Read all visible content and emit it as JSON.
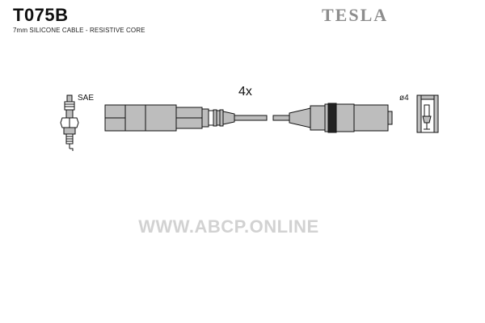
{
  "header": {
    "part_code": "T075B",
    "subtitle": "7mm SILICONE CABLE - RESISTIVE CORE",
    "brand": "TESLA"
  },
  "diagram": {
    "plug_label": "SAE",
    "quantity_label": "4x",
    "terminal_label": "ø4"
  },
  "watermark": "WWW.ABCP.ONLINE",
  "colors": {
    "ink": "#111111",
    "fill": "#bdbdbd",
    "brand": "#8d8d8d",
    "watermark": "#d2d2d2"
  }
}
